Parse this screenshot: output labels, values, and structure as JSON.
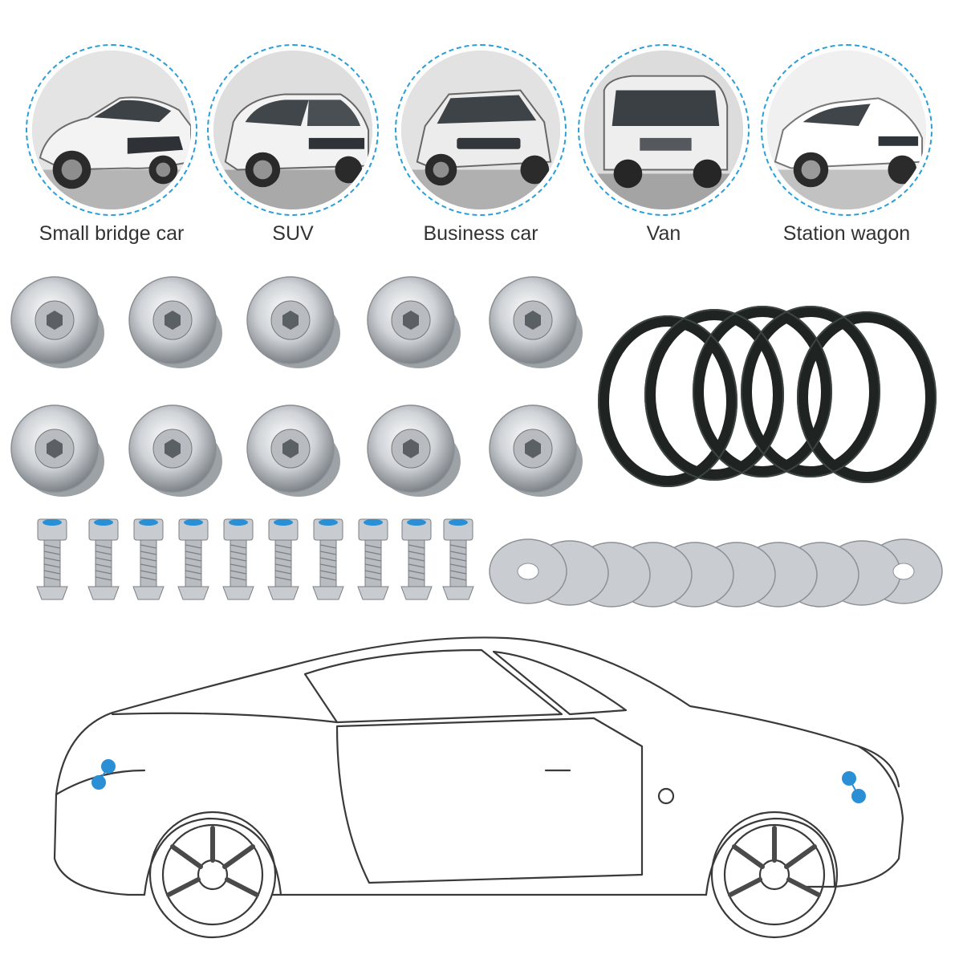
{
  "vehicles": [
    {
      "label": "Small bridge car",
      "icon": "sedan-photo"
    },
    {
      "label": "SUV",
      "icon": "suv-photo"
    },
    {
      "label": "Business car",
      "icon": "hatchback-photo"
    },
    {
      "label": "Van",
      "icon": "van-photo"
    },
    {
      "label": "Station wagon",
      "icon": "wagon-photo"
    }
  ],
  "colors": {
    "accent": "#2b9fd9",
    "marker": "#2a8fd4",
    "caption": "#333333",
    "ring": "#1f2422",
    "metal": "#c8ccd0"
  },
  "parts": {
    "fastener_count": 10,
    "o_ring_count": 5,
    "bolt_count": 10,
    "washer_count": 10
  }
}
